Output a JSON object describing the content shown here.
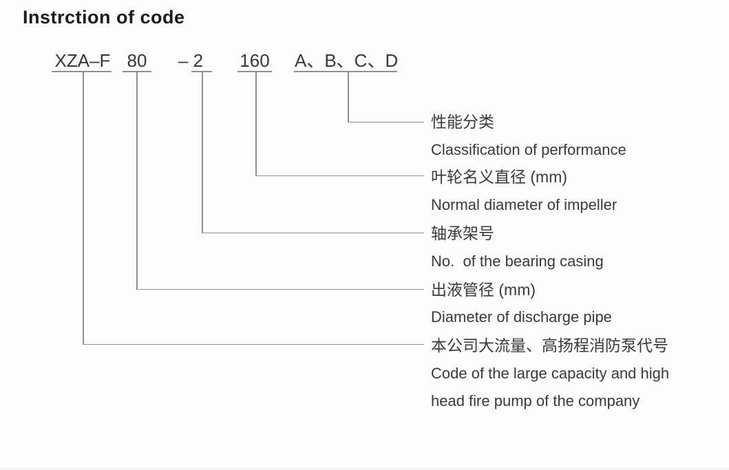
{
  "page": {
    "title": "Instrction of code"
  },
  "code": {
    "segments": [
      {
        "text": "XZA–F"
      },
      {
        "text": "80"
      },
      {
        "text": "– 2"
      },
      {
        "text": "160"
      },
      {
        "text": "A、B、C、D"
      }
    ]
  },
  "labels": [
    {
      "zh": "性能分类",
      "en": "Classification of performance"
    },
    {
      "zh": "叶轮名义直径 (mm)",
      "en": "Normal diameter of impeller"
    },
    {
      "zh": "轴承架号",
      "en": "No.  of the bearing casing"
    },
    {
      "zh": "出液管径 (mm)",
      "en": "Diameter of discharge pipe"
    },
    {
      "zh": "本公司大流量、高扬程消防泵代号",
      "en": "Code of the large capacity and high",
      "en2": "head fire pump of the company"
    }
  ],
  "colors": {
    "background": "#fcfcfc",
    "line": "#8f8f8f",
    "text": "#3a3a3a",
    "title": "#1c1c1c"
  }
}
